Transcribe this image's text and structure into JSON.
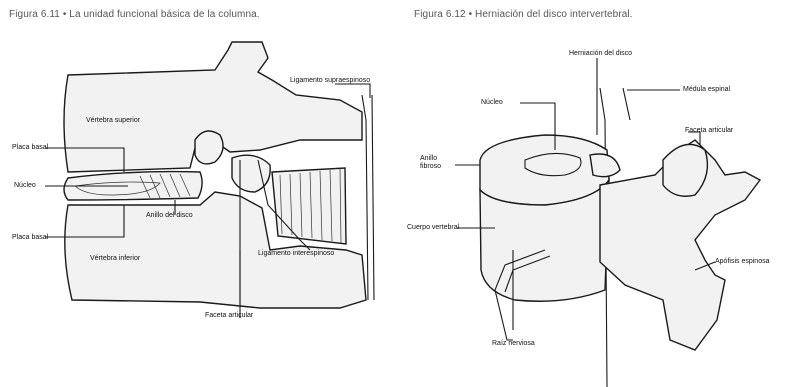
{
  "figures": [
    {
      "caption": "Figura 6.11 • La unidad funcional básica de la columna.",
      "labels": {
        "vertebra_superior": "Vértebra superior",
        "ligamento_supraespinoso": "Ligamento supraespinoso",
        "placa_basal_sup": "Placa basal",
        "nucleo": "Núcleo",
        "anillo_disco": "Anillo del disco",
        "placa_basal_inf": "Placa basal",
        "vertebra_inferior": "Vértebra inferior",
        "ligamento_interespinoso": "Ligamento interespinoso",
        "faceta_articular": "Faceta articular"
      }
    },
    {
      "caption": "Figura 6.12 • Herniación del disco intervertebral.",
      "labels": {
        "herniacion_disco": "Herniación del disco",
        "medula_espinal": "Médula espinal",
        "nucleo": "Núcleo",
        "faceta_articular": "Faceta articular",
        "anillo_fibroso": "Anillo fibroso",
        "cuerpo_vertebral": "Cuerpo vertebral",
        "apofisis_espinosa": "Apófisis espinosa",
        "raiz_nerviosa": "Raíz nerviosa"
      }
    }
  ]
}
